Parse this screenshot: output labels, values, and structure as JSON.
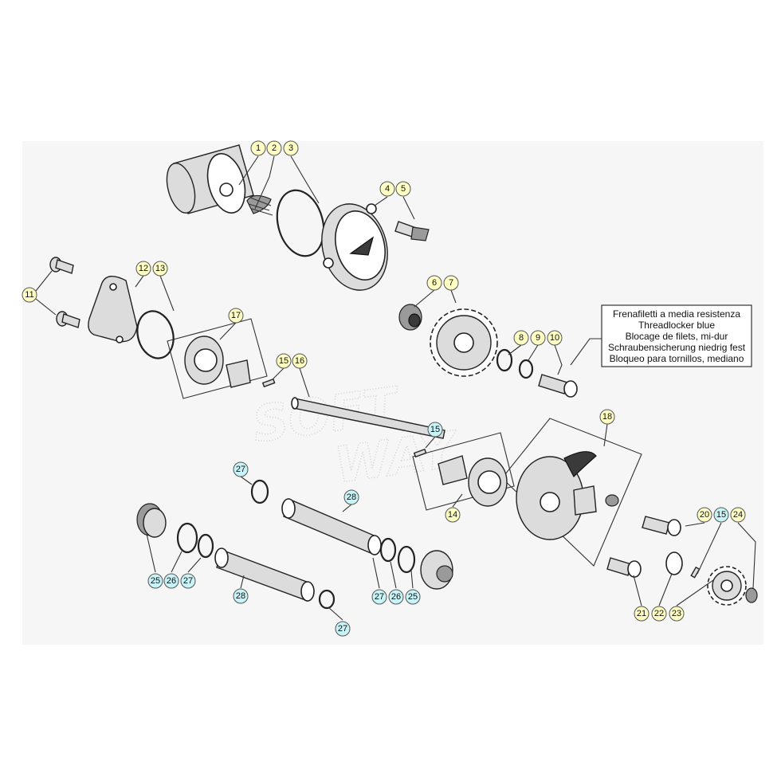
{
  "note": {
    "lines": [
      "Frenafiletti a media resistenza",
      "Threadlocker blue",
      "Blocage de filets, mi-dur",
      "Schraubensicherung niedrig fest",
      "Bloqueo para tornillos, mediano"
    ]
  },
  "watermark": {
    "line1": "SOFT",
    "line2": "WAY"
  },
  "callouts": [
    {
      "label": "1",
      "style": "yellow"
    },
    {
      "label": "2",
      "style": "yellow"
    },
    {
      "label": "3",
      "style": "yellow"
    },
    {
      "label": "4",
      "style": "yellow"
    },
    {
      "label": "5",
      "style": "yellow"
    },
    {
      "label": "6",
      "style": "yellow"
    },
    {
      "label": "7",
      "style": "yellow"
    },
    {
      "label": "8",
      "style": "yellow"
    },
    {
      "label": "9",
      "style": "yellow"
    },
    {
      "label": "10",
      "style": "yellow"
    },
    {
      "label": "11",
      "style": "yellow"
    },
    {
      "label": "12",
      "style": "yellow"
    },
    {
      "label": "13",
      "style": "yellow"
    },
    {
      "label": "17",
      "style": "yellow"
    },
    {
      "label": "15",
      "style": "yellow"
    },
    {
      "label": "16",
      "style": "yellow"
    },
    {
      "label": "15",
      "style": "cyan"
    },
    {
      "label": "18",
      "style": "yellow"
    },
    {
      "label": "14",
      "style": "yellow"
    },
    {
      "label": "27",
      "style": "cyan"
    },
    {
      "label": "28",
      "style": "cyan"
    },
    {
      "label": "25",
      "style": "cyan"
    },
    {
      "label": "26",
      "style": "cyan"
    },
    {
      "label": "27",
      "style": "cyan"
    },
    {
      "label": "28",
      "style": "cyan"
    },
    {
      "label": "27",
      "style": "cyan"
    },
    {
      "label": "27",
      "style": "cyan"
    },
    {
      "label": "26",
      "style": "cyan"
    },
    {
      "label": "25",
      "style": "cyan"
    },
    {
      "label": "20",
      "style": "yellow"
    },
    {
      "label": "15",
      "style": "cyan"
    },
    {
      "label": "24",
      "style": "yellow"
    },
    {
      "label": "21",
      "style": "yellow"
    },
    {
      "label": "22",
      "style": "yellow"
    },
    {
      "label": "23",
      "style": "yellow"
    }
  ],
  "colors": {
    "yellow_fill": "#ffffc4",
    "cyan_fill": "#c8f4f8",
    "panel": "#f6f6f6"
  }
}
